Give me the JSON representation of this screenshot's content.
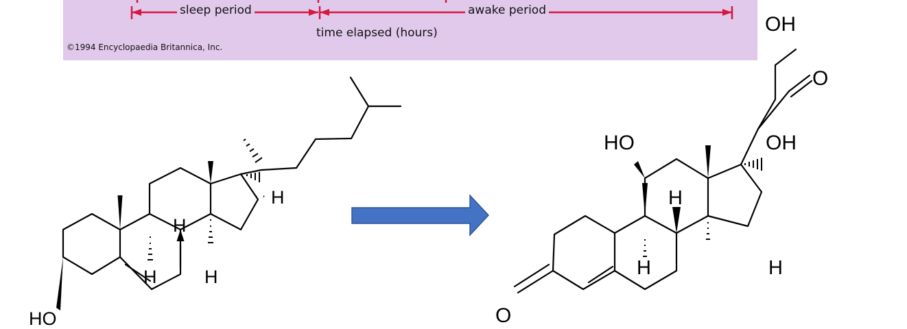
{
  "banner": {
    "sleep_label": "sleep period",
    "awake_label": "awake period",
    "axis_label": "time elapsed (hours)",
    "copyright": "©1994 Encyclopaedia Britannica, Inc.",
    "bg_color": "#e1c9ec",
    "arrow_color": "#d6173e"
  },
  "left_molecule": {
    "hydroxyl": "HO",
    "hydrogens": [
      "H",
      "H",
      "H",
      "H"
    ]
  },
  "conversion_arrow": {
    "color": "#4472c4",
    "icon": "right-arrow-icon"
  },
  "right_molecule": {
    "hydroxyl_left": "HO",
    "hydroxyl_top": "OH",
    "hydroxyl_right": "OH",
    "ketone_side": "O",
    "ketone_ring": "O",
    "hydrogens": [
      "H",
      "H",
      "H"
    ]
  }
}
